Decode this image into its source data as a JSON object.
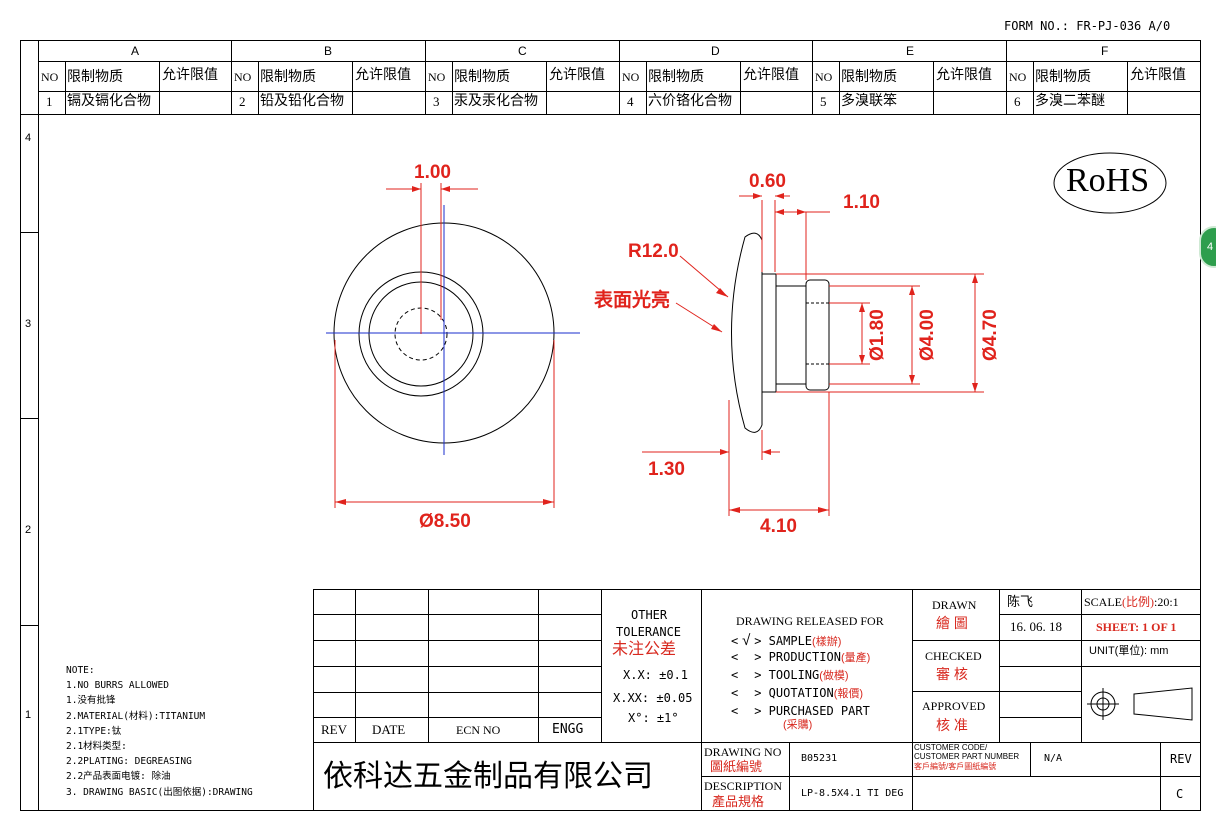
{
  "form_no": "FORM NO.: FR-PJ-036 A/0",
  "columns": [
    "A",
    "B",
    "C",
    "D",
    "E",
    "F"
  ],
  "rows": [
    "4",
    "3",
    "2",
    "1"
  ],
  "restriction_table": {
    "headers": {
      "no": "NO",
      "substance": "限制物质",
      "limit": "允许限值"
    },
    "items": [
      {
        "no": "1",
        "substance": "镉及镉化合物"
      },
      {
        "no": "2",
        "substance": "铅及铅化合物"
      },
      {
        "no": "3",
        "substance": "汞及汞化合物"
      },
      {
        "no": "4",
        "substance": "六价铬化合物"
      },
      {
        "no": "5",
        "substance": "多溴联笨"
      },
      {
        "no": "6",
        "substance": "多溴二苯醚"
      }
    ]
  },
  "rohs": "RoHS",
  "dimensions": {
    "front_hole": "1.00",
    "front_diameter": "Ø8.50",
    "side_t1": "0.60",
    "side_t2": "1.10",
    "radius": "R12.0",
    "surface_note": "表面光亮",
    "dia_inner": "Ø1.80",
    "dia_mid": "Ø4.00",
    "dia_outer": "Ø4.70",
    "head_thickness": "1.30",
    "total_length": "4.10"
  },
  "notes": [
    "NOTE:",
    "1.NO BURRS ALLOWED",
    "1.没有批锋",
    "2.MATERIAL(材料):TITANIUM",
    "2.1TYPE:钛",
    "2.1材料类型:",
    "2.2PLATING: DEGREASING",
    "2.2产品表面电镀: 除油",
    "3. DRAWING BASIC(出图依据):DRAWING"
  ],
  "revision_table": {
    "rev": "REV",
    "date": "DATE",
    "ecn": "ECN NO",
    "engg": "ENGG"
  },
  "tolerance": {
    "title1": "OTHER",
    "title2": "TOLERANCE",
    "title_cn": "未注公差",
    "x1": "X.X: ±0.1",
    "x2": "X.XX: ±0.05",
    "x3": "X°: ±1°"
  },
  "release": {
    "title": "DRAWING RELEASED FOR",
    "items": [
      {
        "mark": "<",
        "check": "√",
        "label": "> SAMPLE",
        "cn": "(樣辦)"
      },
      {
        "mark": "<",
        "check": "",
        "label": "> PRODUCTION",
        "cn": "(量產)"
      },
      {
        "mark": "<",
        "check": "",
        "label": "> TOOLING",
        "cn": "(做模)"
      },
      {
        "mark": "<",
        "check": "",
        "label": "> QUOTATION",
        "cn": "(報價)"
      },
      {
        "mark": "<",
        "check": "",
        "label": "> PURCHASED PART",
        "cn": "(采購)"
      }
    ]
  },
  "title_block": {
    "drawn_label": "DRAWN",
    "drawn_cn": "繪 圖",
    "drawn_by": "陈飞",
    "date": "16. 06. 18",
    "checked_label": "CHECKED",
    "checked_cn": "審 核",
    "approved_label": "APPROVED",
    "approved_cn": "核 准",
    "scale_label": "SCALE",
    "scale_cn": "(比例)",
    "scale_value": ":20:1",
    "sheet": "SHEET:  1 OF 1",
    "unit_label": "UNIT(單位):",
    "unit_value": "mm",
    "company": "依科达五金制品有限公司",
    "drawing_no_label": "DRAWING NO",
    "drawing_no_cn": "圖紙編號",
    "drawing_no": "B05231",
    "customer_label1": "CUSTOMER CODE/",
    "customer_label2": "CUSTOMER PART NUMBER",
    "customer_cn": "客戶編號/客戶圖紙編號",
    "customer_value": "N/A",
    "rev_label": "REV",
    "rev_value": "C",
    "description_label": "DESCRIPTION",
    "description_cn": "產品規格",
    "description": "LP-8.5X4.1 TI DEG"
  },
  "side_button": "4"
}
